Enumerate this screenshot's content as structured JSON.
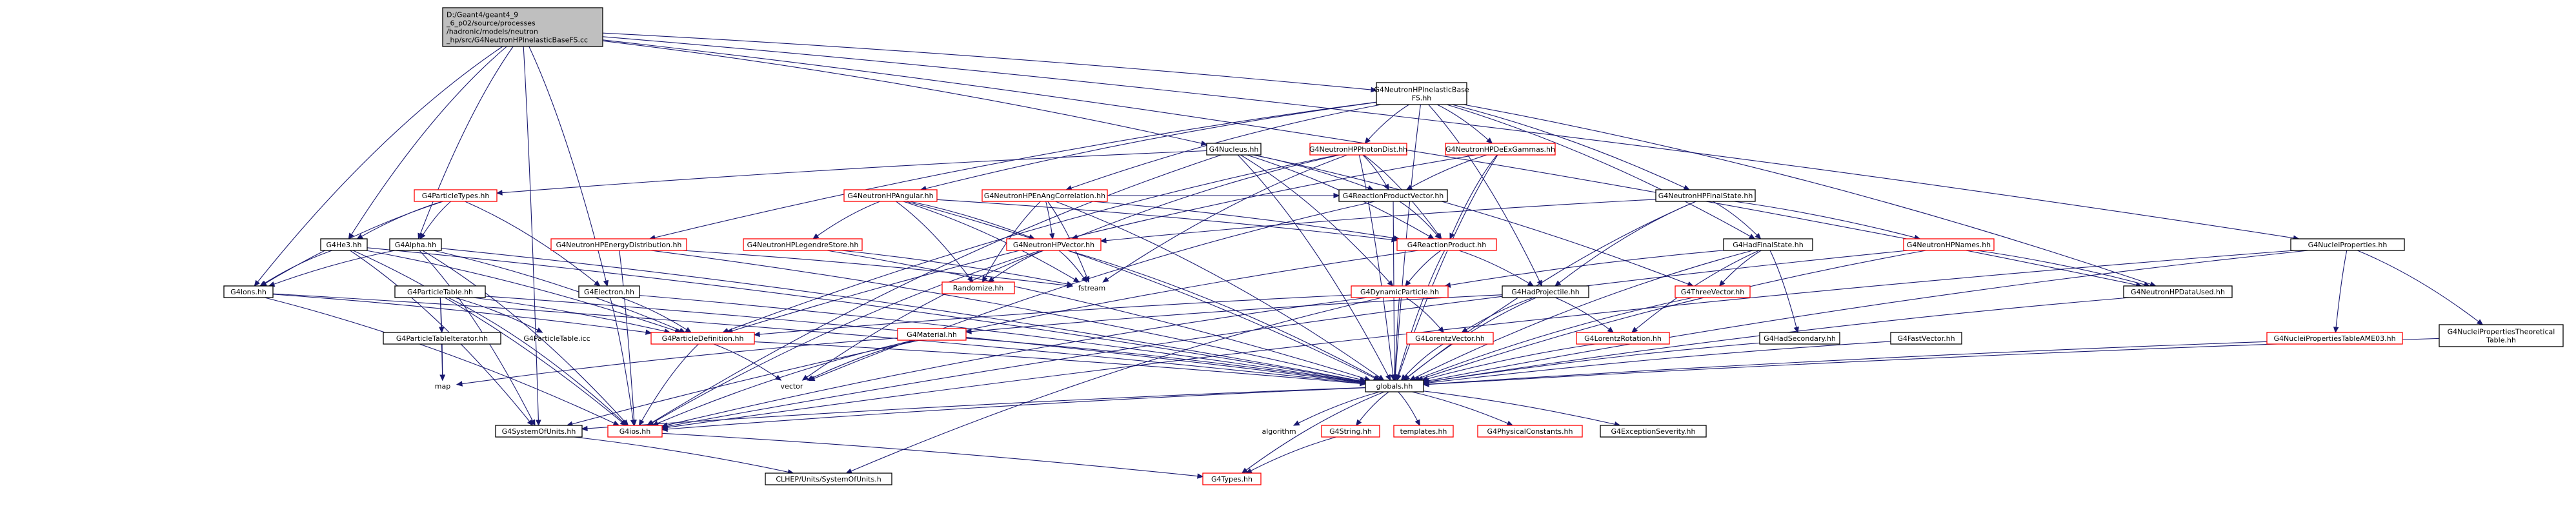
{
  "colors": {
    "edge": "#191970",
    "root_fill": "#bfbfbf",
    "node_fill": "#ffffff",
    "border_default": "#000000",
    "border_highlight": "#ff0000",
    "text": "#000000"
  },
  "root": {
    "lines": [
      "D:/Geant4/geant4_9",
      "_6_p02/source/processes",
      "/hadronic/models/neutron",
      "_hp/src/G4NeutronHPInelasticBaseFS.cc"
    ]
  },
  "nodes": [
    {
      "id": "inelbase",
      "lines": [
        "G4NeutronHPInelasticBase",
        "FS.hh"
      ],
      "red": false
    },
    {
      "id": "nucleus",
      "lines": [
        "G4Nucleus.hh"
      ],
      "red": false
    },
    {
      "id": "photondist",
      "lines": [
        "G4NeutronHPPhotonDist.hh"
      ],
      "red": true
    },
    {
      "id": "deexgammas",
      "lines": [
        "G4NeutronHPDeExGammas.hh"
      ],
      "red": true
    },
    {
      "id": "particletypes",
      "lines": [
        "G4ParticleTypes.hh"
      ],
      "red": true
    },
    {
      "id": "angular",
      "lines": [
        "G4NeutronHPAngular.hh"
      ],
      "red": true
    },
    {
      "id": "enangcorr",
      "lines": [
        "G4NeutronHPEnAngCorrelation.hh"
      ],
      "red": true
    },
    {
      "id": "rpvector",
      "lines": [
        "G4ReactionProductVector.hh"
      ],
      "red": false
    },
    {
      "id": "finalstate",
      "lines": [
        "G4NeutronHPFinalState.hh"
      ],
      "red": false
    },
    {
      "id": "he3",
      "lines": [
        "G4He3.hh"
      ],
      "red": false
    },
    {
      "id": "alpha",
      "lines": [
        "G4Alpha.hh"
      ],
      "red": false
    },
    {
      "id": "energydist",
      "lines": [
        "G4NeutronHPEnergyDistribution.hh"
      ],
      "red": true
    },
    {
      "id": "legendre",
      "lines": [
        "G4NeutronHPLegendreStore.hh"
      ],
      "red": true
    },
    {
      "id": "hpvector",
      "lines": [
        "G4NeutronHPVector.hh"
      ],
      "red": true
    },
    {
      "id": "reactionproduct",
      "lines": [
        "G4ReactionProduct.hh"
      ],
      "red": true
    },
    {
      "id": "hadfinalstate",
      "lines": [
        "G4HadFinalState.hh"
      ],
      "red": false
    },
    {
      "id": "hpnames",
      "lines": [
        "G4NeutronHPNames.hh"
      ],
      "red": true
    },
    {
      "id": "nucleiprops",
      "lines": [
        "G4NucleiProperties.hh"
      ],
      "red": false
    },
    {
      "id": "randomize",
      "lines": [
        "Randomize.hh"
      ],
      "red": true
    },
    {
      "id": "fstream",
      "lines": [
        "fstream"
      ],
      "red": false,
      "plain": true
    },
    {
      "id": "ions",
      "lines": [
        "G4Ions.hh"
      ],
      "red": false
    },
    {
      "id": "particletable",
      "lines": [
        "G4ParticleTable.hh"
      ],
      "red": false
    },
    {
      "id": "electron",
      "lines": [
        "G4Electron.hh"
      ],
      "red": false
    },
    {
      "id": "dynparticle",
      "lines": [
        "G4DynamicParticle.hh"
      ],
      "red": true
    },
    {
      "id": "hadprojectile",
      "lines": [
        "G4HadProjectile.hh"
      ],
      "red": false
    },
    {
      "id": "threevector",
      "lines": [
        "G4ThreeVector.hh"
      ],
      "red": true
    },
    {
      "id": "dataused",
      "lines": [
        "G4NeutronHPDataUsed.hh"
      ],
      "red": false
    },
    {
      "id": "ptiterator",
      "lines": [
        "G4ParticleTableIterator.hh"
      ],
      "red": false
    },
    {
      "id": "ptable_icc",
      "lines": [
        "G4ParticleTable.icc"
      ],
      "red": false,
      "plain": true
    },
    {
      "id": "particledef",
      "lines": [
        "G4ParticleDefinition.hh"
      ],
      "red": true
    },
    {
      "id": "material",
      "lines": [
        "G4Material.hh"
      ],
      "red": true
    },
    {
      "id": "lorentzvector",
      "lines": [
        "G4LorentzVector.hh"
      ],
      "red": true
    },
    {
      "id": "lorentzrotation",
      "lines": [
        "G4LorentzRotation.hh"
      ],
      "red": true
    },
    {
      "id": "hadsecondary",
      "lines": [
        "G4HadSecondary.hh"
      ],
      "red": false
    },
    {
      "id": "fastvector",
      "lines": [
        "G4FastVector.hh"
      ],
      "red": false
    },
    {
      "id": "ameo3",
      "lines": [
        "G4NucleiPropertiesTableAME03.hh"
      ],
      "red": true
    },
    {
      "id": "theoretical",
      "lines": [
        "G4NucleiPropertiesTheoretical",
        "Table.hh"
      ],
      "red": false
    },
    {
      "id": "map",
      "lines": [
        "map"
      ],
      "red": false,
      "plain": true
    },
    {
      "id": "vector",
      "lines": [
        "vector"
      ],
      "red": false,
      "plain": true
    },
    {
      "id": "globals",
      "lines": [
        "globals.hh"
      ],
      "red": false
    },
    {
      "id": "systemofunits",
      "lines": [
        "G4SystemOfUnits.hh"
      ],
      "red": false
    },
    {
      "id": "ios",
      "lines": [
        "G4ios.hh"
      ],
      "red": true
    },
    {
      "id": "algorithm",
      "lines": [
        "algorithm"
      ],
      "red": false,
      "plain": true
    },
    {
      "id": "g4string",
      "lines": [
        "G4String.hh"
      ],
      "red": true
    },
    {
      "id": "templates",
      "lines": [
        "templates.hh"
      ],
      "red": true
    },
    {
      "id": "physconst",
      "lines": [
        "G4PhysicalConstants.hh"
      ],
      "red": true
    },
    {
      "id": "exceptionsev",
      "lines": [
        "G4ExceptionSeverity.hh"
      ],
      "red": false
    },
    {
      "id": "clhep_units",
      "lines": [
        "CLHEP/Units/SystemOfUnits.h"
      ],
      "red": false
    },
    {
      "id": "g4types",
      "lines": [
        "G4Types.hh"
      ],
      "red": true
    }
  ],
  "edges": [
    [
      "root",
      "inelbase"
    ],
    [
      "root",
      "nucleus"
    ],
    [
      "root",
      "he3"
    ],
    [
      "root",
      "alpha"
    ],
    [
      "root",
      "electron"
    ],
    [
      "root",
      "ions"
    ],
    [
      "root",
      "systemofunits"
    ],
    [
      "root",
      "nucleiprops"
    ],
    [
      "root",
      "dataused"
    ],
    [
      "inelbase",
      "photondist"
    ],
    [
      "inelbase",
      "deexgammas"
    ],
    [
      "inelbase",
      "angular"
    ],
    [
      "inelbase",
      "enangcorr"
    ],
    [
      "inelbase",
      "energydist"
    ],
    [
      "inelbase",
      "finalstate"
    ],
    [
      "inelbase",
      "hadfinalstate"
    ],
    [
      "inelbase",
      "hadprojectile"
    ],
    [
      "inelbase",
      "globals"
    ],
    [
      "inelbase",
      "dataused"
    ],
    [
      "nucleus",
      "particletypes"
    ],
    [
      "nucleus",
      "rpvector"
    ],
    [
      "nucleus",
      "dynparticle"
    ],
    [
      "nucleus",
      "reactionproduct"
    ],
    [
      "nucleus",
      "globals"
    ],
    [
      "nucleus",
      "threevector"
    ],
    [
      "nucleus",
      "ios"
    ],
    [
      "photondist",
      "hpvector"
    ],
    [
      "photondist",
      "rpvector"
    ],
    [
      "photondist",
      "reactionproduct"
    ],
    [
      "photondist",
      "globals"
    ],
    [
      "photondist",
      "fstream"
    ],
    [
      "photondist",
      "particledef"
    ],
    [
      "deexgammas",
      "reactionproduct"
    ],
    [
      "deexgammas",
      "rpvector"
    ],
    [
      "deexgammas",
      "globals"
    ],
    [
      "deexgammas",
      "particledef"
    ],
    [
      "particletypes",
      "he3"
    ],
    [
      "particletypes",
      "alpha"
    ],
    [
      "particletypes",
      "electron"
    ],
    [
      "particletypes",
      "ions"
    ],
    [
      "angular",
      "randomize"
    ],
    [
      "angular",
      "fstream"
    ],
    [
      "angular",
      "hpvector"
    ],
    [
      "angular",
      "legendre"
    ],
    [
      "angular",
      "reactionproduct"
    ],
    [
      "angular",
      "globals"
    ],
    [
      "enangcorr",
      "hpvector"
    ],
    [
      "enangcorr",
      "reactionproduct"
    ],
    [
      "enangcorr",
      "rpvector"
    ],
    [
      "enangcorr",
      "randomize"
    ],
    [
      "enangcorr",
      "fstream"
    ],
    [
      "enangcorr",
      "globals"
    ],
    [
      "rpvector",
      "reactionproduct"
    ],
    [
      "rpvector",
      "vector"
    ],
    [
      "rpvector",
      "globals"
    ],
    [
      "finalstate",
      "hadfinalstate"
    ],
    [
      "finalstate",
      "hpvector"
    ],
    [
      "finalstate",
      "hpnames"
    ],
    [
      "finalstate",
      "hadprojectile"
    ],
    [
      "finalstate",
      "globals"
    ],
    [
      "he3",
      "ios"
    ],
    [
      "he3",
      "globals"
    ],
    [
      "he3",
      "ions"
    ],
    [
      "he3",
      "particledef"
    ],
    [
      "he3",
      "systemofunits"
    ],
    [
      "alpha",
      "ios"
    ],
    [
      "alpha",
      "globals"
    ],
    [
      "alpha",
      "ions"
    ],
    [
      "alpha",
      "particledef"
    ],
    [
      "alpha",
      "systemofunits"
    ],
    [
      "energydist",
      "fstream"
    ],
    [
      "energydist",
      "globals"
    ],
    [
      "energydist",
      "ios"
    ],
    [
      "legendre",
      "fstream"
    ],
    [
      "legendre",
      "globals"
    ],
    [
      "hpvector",
      "randomize"
    ],
    [
      "hpvector",
      "fstream"
    ],
    [
      "hpvector",
      "globals"
    ],
    [
      "hpvector",
      "ios"
    ],
    [
      "hpvector",
      "vector"
    ],
    [
      "reactionproduct",
      "dynparticle"
    ],
    [
      "reactionproduct",
      "hadprojectile"
    ],
    [
      "reactionproduct",
      "globals"
    ],
    [
      "reactionproduct",
      "systemofunits"
    ],
    [
      "hadfinalstate",
      "threevector"
    ],
    [
      "hadfinalstate",
      "lorentzrotation"
    ],
    [
      "hadfinalstate",
      "hadsecondary"
    ],
    [
      "hadfinalstate",
      "dynparticle"
    ],
    [
      "hadfinalstate",
      "globals"
    ],
    [
      "hpnames",
      "globals"
    ],
    [
      "hpnames",
      "dataused"
    ],
    [
      "hpnames",
      "ios"
    ],
    [
      "nucleiprops",
      "globals"
    ],
    [
      "nucleiprops",
      "ameo3"
    ],
    [
      "nucleiprops",
      "theoretical"
    ],
    [
      "nucleiprops",
      "ios"
    ],
    [
      "ions",
      "ios"
    ],
    [
      "ions",
      "globals"
    ],
    [
      "ions",
      "particledef"
    ],
    [
      "particletable",
      "ptiterator"
    ],
    [
      "particletable",
      "ptable_icc"
    ],
    [
      "particletable",
      "map"
    ],
    [
      "particletable",
      "particledef"
    ],
    [
      "particletable",
      "globals"
    ],
    [
      "particletable",
      "ios"
    ],
    [
      "electron",
      "globals"
    ],
    [
      "electron",
      "ios"
    ],
    [
      "electron",
      "particledef"
    ],
    [
      "dynparticle",
      "particledef"
    ],
    [
      "dynparticle",
      "lorentzvector"
    ],
    [
      "dynparticle",
      "globals"
    ],
    [
      "dynparticle",
      "ios"
    ],
    [
      "dynparticle",
      "clhep_units"
    ],
    [
      "hadprojectile",
      "material"
    ],
    [
      "hadprojectile",
      "lorentzvector"
    ],
    [
      "hadprojectile",
      "lorentzrotation"
    ],
    [
      "hadprojectile",
      "globals"
    ],
    [
      "threevector",
      "globals"
    ],
    [
      "dataused",
      "globals"
    ],
    [
      "ptiterator",
      "map"
    ],
    [
      "particledef",
      "globals"
    ],
    [
      "particledef",
      "ios"
    ],
    [
      "particledef",
      "vector"
    ],
    [
      "material",
      "globals"
    ],
    [
      "material",
      "ios"
    ],
    [
      "material",
      "vector"
    ],
    [
      "material",
      "map"
    ],
    [
      "lorentzvector",
      "globals"
    ],
    [
      "lorentzrotation",
      "globals"
    ],
    [
      "hadsecondary",
      "globals"
    ],
    [
      "fastvector",
      "globals"
    ],
    [
      "ameo3",
      "globals"
    ],
    [
      "theoretical",
      "globals"
    ],
    [
      "globals",
      "ios"
    ],
    [
      "globals",
      "systemofunits"
    ],
    [
      "globals",
      "algorithm"
    ],
    [
      "globals",
      "g4string"
    ],
    [
      "globals",
      "templates"
    ],
    [
      "globals",
      "physconst"
    ],
    [
      "globals",
      "exceptionsev"
    ],
    [
      "globals",
      "g4types"
    ],
    [
      "ios",
      "g4types"
    ],
    [
      "systemofunits",
      "clhep_units"
    ],
    [
      "g4string",
      "g4types"
    ]
  ]
}
